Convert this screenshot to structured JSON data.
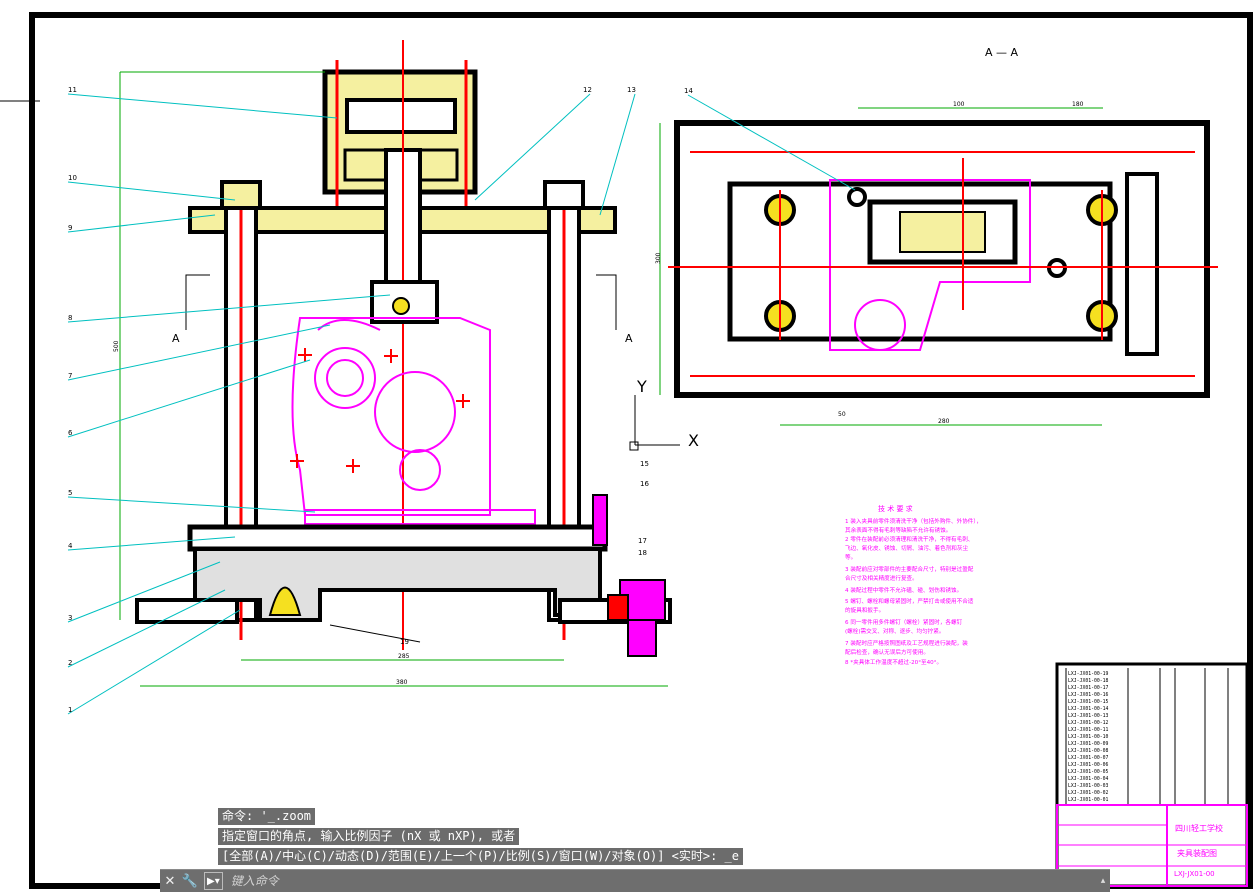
{
  "drawing": {
    "section_label": "A — A",
    "section_marker": "A",
    "notes_title": "技 术 要 求",
    "notes": [
      "1 装入夹具前零件须清洗干净（包括外购件、外协件），",
      "  其余表面不得有毛刺等缺陷不允许有锈蚀。",
      "2 零件在装配前必须清理和清洗干净，不得有毛刺、",
      "  飞边、氧化皮、锈蚀、切屑、油污、着色剂和灰尘",
      "  等。",
      "3 装配前应对零部件的主要配合尺寸，特别是过盈配",
      "  合尺寸及相关精度进行复查。",
      "4 装配过程中零件不允许磕、碰、划伤和锈蚀。",
      "5 螺钉、螺栓和螺母紧固时，严禁打击或使用不合适",
      "  的旋具和扳手。",
      "6 同一零件用多件螺钉（螺栓）紧固时，各螺钉",
      "  (螺栓)需交叉、对称、逐步、均匀拧紧。",
      "7 装配时应严格按照图纸及工艺规程进行装配，装",
      "  配后检查，确认无误后方可使用。",
      "8 *夹具体工作温度不超过-20°至40°。"
    ],
    "title_school": "四川轻工学校",
    "title_name": "夹具装配图",
    "title_code": "LXJ-JX01-00",
    "callouts": [
      "1",
      "2",
      "3",
      "4",
      "5",
      "6",
      "7",
      "8",
      "9",
      "10",
      "11",
      "12",
      "13",
      "14",
      "15",
      "16",
      "17",
      "18",
      "19"
    ],
    "dims": {
      "overall_width": "380",
      "inner_width": "285",
      "height": "500",
      "plan_a": "100",
      "plan_b": "180",
      "plan_c": "280",
      "plan_d": "300",
      "small": "50"
    },
    "ucs_x": "X",
    "ucs_y": "Y",
    "bom_rows": [
      "LXJ-JX01-00-19",
      "LXJ-JX01-00-18",
      "LXJ-JX01-00-17",
      "LXJ-JX01-00-16",
      "LXJ-JX01-00-15",
      "LXJ-JX01-00-14",
      "LXJ-JX01-00-13",
      "LXJ-JX01-00-12",
      "LXJ-JX01-00-11",
      "LXJ-JX01-00-10",
      "LXJ-JX01-00-09",
      "LXJ-JX01-00-08",
      "LXJ-JX01-00-07",
      "LXJ-JX01-00-06",
      "LXJ-JX01-00-05",
      "LXJ-JX01-00-04",
      "LXJ-JX01-00-03",
      "LXJ-JX01-00-02",
      "LXJ-JX01-00-01"
    ]
  },
  "command": {
    "history": [
      "命令: '_.zoom",
      "指定窗口的角点, 输入比例因子 (nX 或 nXP), 或者",
      "[全部(A)/中心(C)/动态(D)/范围(E)/上一个(P)/比例(S)/窗口(W)/对象(O)] <实时>: _e"
    ],
    "placeholder": "键入命令",
    "close_glyph": "✕",
    "customize_glyph": "🔧",
    "prompt_glyph": "▶",
    "dropdown_glyph": "▾",
    "scroll_glyph": "▴"
  }
}
